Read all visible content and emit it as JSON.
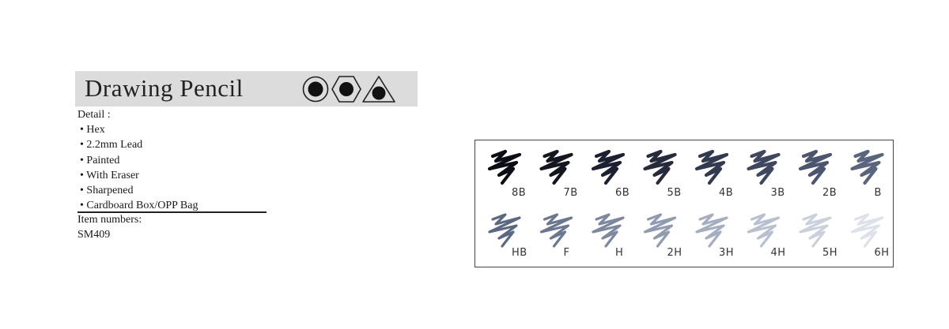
{
  "product": {
    "title": "Drawing Pencil",
    "shape_icons": [
      "round-pencil-icon",
      "hex-pencil-icon",
      "triangle-pencil-icon"
    ]
  },
  "details": {
    "heading": "Detail :",
    "features": [
      "Hex",
      "2.2mm Lead",
      "Painted",
      "With Eraser",
      "Sharpened",
      "Cardboard Box/OPP Bag"
    ],
    "items_label": "Item numbers:",
    "item_number": "SM409"
  },
  "grades": {
    "row1": [
      "8B",
      "7B",
      "6B",
      "5B",
      "4B",
      "3B",
      "2B",
      "B"
    ],
    "row2": [
      "HB",
      "F",
      "H",
      "2H",
      "3H",
      "4H",
      "5H",
      "6H"
    ],
    "row1_colors": [
      "#0b0d14",
      "#14161f",
      "#1c2030",
      "#262b3c",
      "#323a4f",
      "#3e475e",
      "#4b556e",
      "#59647e"
    ],
    "row2_colors": [
      "#5b6882",
      "#6b7791",
      "#7c88a0",
      "#909bb1",
      "#a5aec1",
      "#b8c0cf",
      "#cbd1dc",
      "#dde1e9"
    ]
  }
}
